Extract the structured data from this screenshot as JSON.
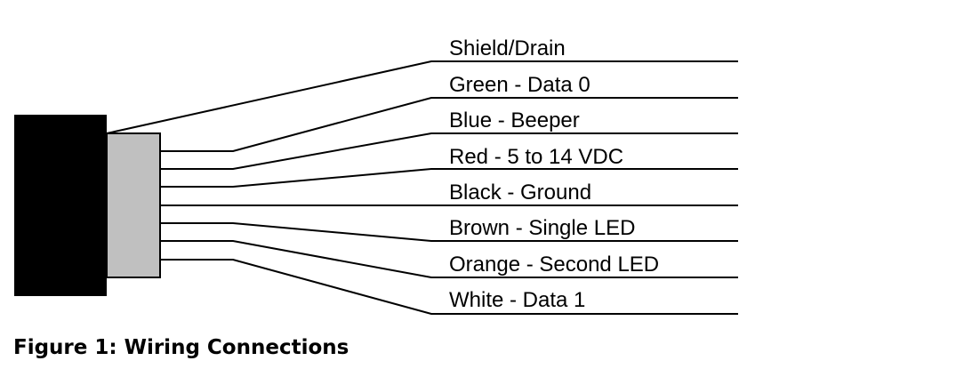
{
  "colors": {
    "cable_jacket": "#000000",
    "cable_inner_sleeve": "#c0c0c0",
    "wire": "#000000",
    "background": "#ffffff"
  },
  "diagram": {
    "wires": [
      {
        "label": "Shield/Drain"
      },
      {
        "label": "Green - Data 0"
      },
      {
        "label": "Blue - Beeper"
      },
      {
        "label": "Red - 5 to 14 VDC"
      },
      {
        "label": "Black - Ground"
      },
      {
        "label": "Brown - Single LED"
      },
      {
        "label": "Orange - Second LED"
      },
      {
        "label": "White - Data 1"
      }
    ]
  },
  "caption": "Figure 1: Wiring Connections"
}
